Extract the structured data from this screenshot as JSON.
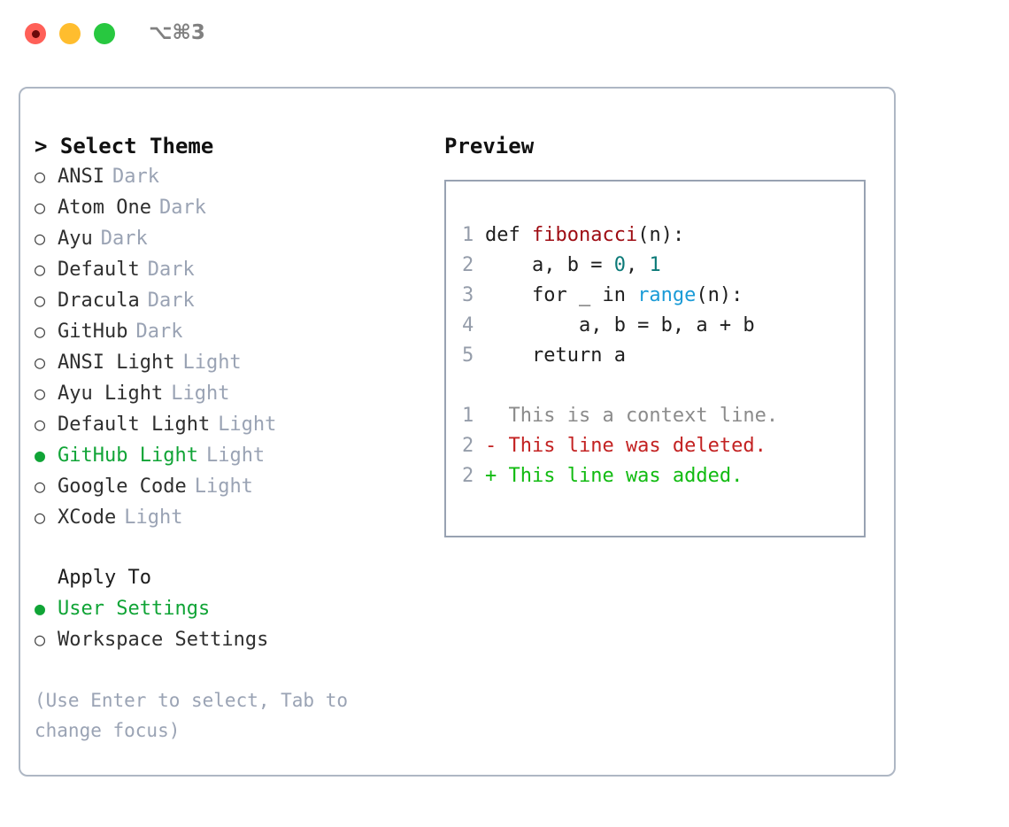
{
  "titlebar": {
    "shortcut": "⌥⌘3",
    "buttons": {
      "close": "close-button",
      "minimize": "minimize-button",
      "maximize": "maximize-button"
    }
  },
  "theme_section": {
    "header": "> Select Theme",
    "items": [
      {
        "marker": "○",
        "label": "ANSI",
        "tag": "Dark",
        "selected": false
      },
      {
        "marker": "○",
        "label": "Atom One",
        "tag": "Dark",
        "selected": false
      },
      {
        "marker": "○",
        "label": "Ayu",
        "tag": "Dark",
        "selected": false
      },
      {
        "marker": "○",
        "label": "Default",
        "tag": "Dark",
        "selected": false
      },
      {
        "marker": "○",
        "label": "Dracula",
        "tag": "Dark",
        "selected": false
      },
      {
        "marker": "○",
        "label": "GitHub",
        "tag": "Dark",
        "selected": false
      },
      {
        "marker": "○",
        "label": "ANSI Light",
        "tag": "Light",
        "selected": false
      },
      {
        "marker": "○",
        "label": "Ayu Light",
        "tag": "Light",
        "selected": false
      },
      {
        "marker": "○",
        "label": "Default Light",
        "tag": "Light",
        "selected": false
      },
      {
        "marker": "●",
        "label": "GitHub Light",
        "tag": "Light",
        "selected": true
      },
      {
        "marker": "○",
        "label": "Google Code",
        "tag": "Light",
        "selected": false
      },
      {
        "marker": "○",
        "label": "XCode",
        "tag": "Light",
        "selected": false
      }
    ]
  },
  "apply_section": {
    "header": "Apply To",
    "items": [
      {
        "marker": "●",
        "label": "User Settings",
        "selected": true
      },
      {
        "marker": "○",
        "label": "Workspace Settings",
        "selected": false
      }
    ]
  },
  "hint": "(Use Enter to select, Tab to change focus)",
  "preview": {
    "title": "Preview",
    "code_lines": [
      {
        "number": "1",
        "tokens": [
          {
            "text": "def ",
            "type": "plain"
          },
          {
            "text": "fibonacci",
            "type": "function"
          },
          {
            "text": "(n):",
            "type": "plain"
          }
        ]
      },
      {
        "number": "2",
        "tokens": [
          {
            "text": "    a, b = ",
            "type": "plain"
          },
          {
            "text": "0",
            "type": "number"
          },
          {
            "text": ", ",
            "type": "plain"
          },
          {
            "text": "1",
            "type": "number"
          }
        ]
      },
      {
        "number": "3",
        "tokens": [
          {
            "text": "    for _ in ",
            "type": "plain"
          },
          {
            "text": "range",
            "type": "call"
          },
          {
            "text": "(n):",
            "type": "plain"
          }
        ]
      },
      {
        "number": "4",
        "tokens": [
          {
            "text": "        a, b = b, a + b",
            "type": "plain"
          }
        ]
      },
      {
        "number": "5",
        "tokens": [
          {
            "text": "    return a",
            "type": "plain"
          }
        ]
      }
    ],
    "diff_lines": [
      {
        "number": "1",
        "prefix": "  ",
        "text": "This is a context line.",
        "kind": "context"
      },
      {
        "number": "2",
        "prefix": "- ",
        "text": "This line was deleted.",
        "kind": "deleted"
      },
      {
        "number": "2",
        "prefix": "+ ",
        "text": "This line was added.",
        "kind": "added"
      }
    ]
  },
  "colors": {
    "accent_green": "#10a436",
    "muted_gray": "#9aa3b4",
    "panel_border": "#aeb7c4",
    "code_border": "#98a2b2",
    "function_red": "#9e0c13",
    "number_teal": "#0c7a78",
    "call_blue": "#1a9bd7",
    "diff_deleted": "#c32222",
    "diff_added": "#11bb11",
    "diff_context": "#8b8b8b",
    "light_close": "#ff6058",
    "light_min": "#ffbd2e",
    "light_max": "#28c840"
  }
}
